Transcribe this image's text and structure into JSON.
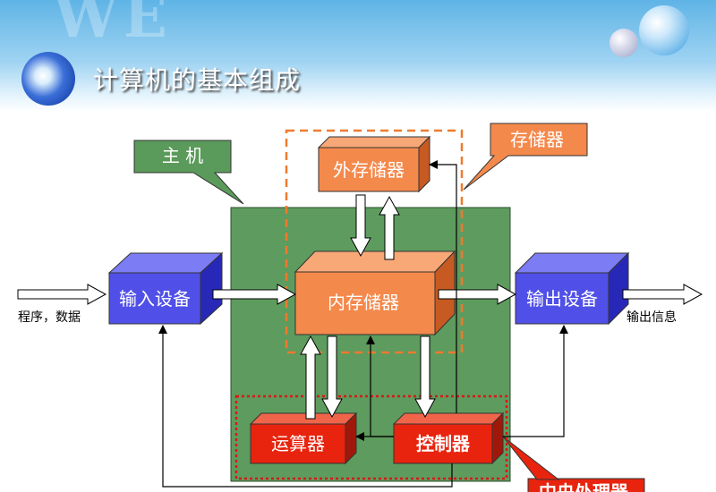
{
  "title": "计算机的基本组成",
  "background_text": "WE",
  "labels": {
    "host": "主 机",
    "storage": "存储器",
    "cpu": "中央处理器",
    "external_storage": "外存储器",
    "internal_storage": "内存储器",
    "input_device": "输入设备",
    "output_device": "输出设备",
    "alu": "运算器",
    "controller": "控制器",
    "input_info": "程序，数据",
    "output_info": "输出信息"
  },
  "colors": {
    "host_green": "#5e9b5e",
    "callout_green": "#5a9a5a",
    "storage_orange": "#f4894c",
    "cpu_red": "#e8240e",
    "device_blue": "#5050e8",
    "dashed_orange": "#ee7a2e",
    "dotted_red": "#d81818"
  }
}
